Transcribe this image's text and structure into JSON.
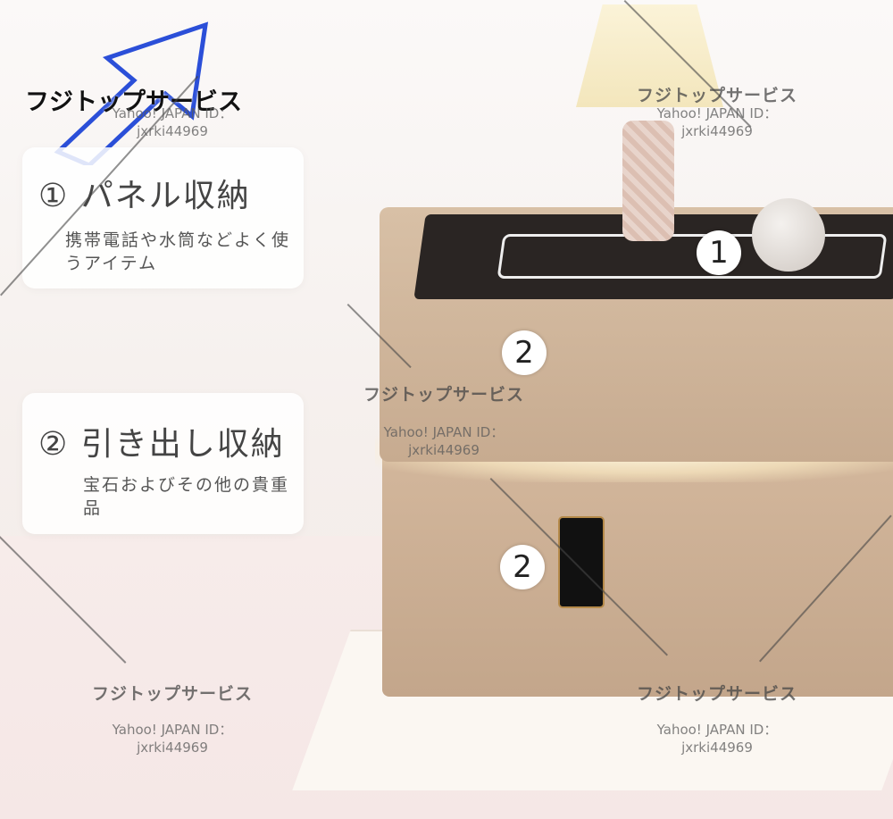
{
  "brand_logo": "フジトップサービス",
  "watermark": {
    "logo": "フジトップサービス",
    "id_label": "Yahoo! JAPAN ID：",
    "id_value": "jxrki44969"
  },
  "features": [
    {
      "title": "① パネル収納",
      "desc": "携帯電話や水筒などよく使うアイテム"
    },
    {
      "title": "② 引き出し収納",
      "desc": "宝石およびその他の貴重品"
    }
  ],
  "markers": [
    "1",
    "2",
    "2"
  ],
  "colors": {
    "leather": "#cdb197",
    "glass": "#2a2523",
    "logo_arrow": "#2b4fd8"
  }
}
